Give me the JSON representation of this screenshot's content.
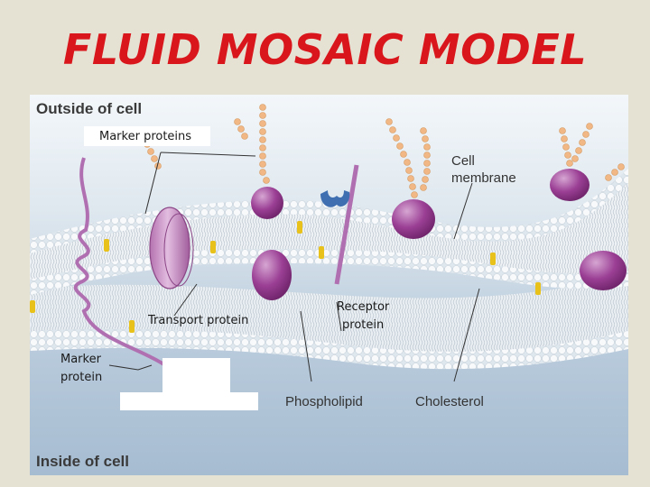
{
  "title": "FLUID MOSAIC MODEL",
  "labels": {
    "outside_cell": "Outside of cell",
    "inside_cell": "Inside of cell",
    "marker_proteins": "Marker proteins",
    "cell_membrane_line1": "Cell",
    "cell_membrane_line2": "membrane",
    "transport_protein": "Transport protein",
    "receptor_protein_line1": "Receptor",
    "receptor_protein_line2": "protein",
    "marker_protein_line1": "Marker",
    "marker_protein_line2": "protein",
    "phospholipid": "Phospholipid",
    "cholesterol": "Cholesterol"
  },
  "colors": {
    "title": "#d9161b",
    "background": "#e6e2d3",
    "protein_purple": "#9b3f95",
    "protein_light": "#c99ac7",
    "phospholipid_head": "#f4f6f8",
    "cholesterol": "#e8c21a",
    "glycan": "#f1b784",
    "receptor_signal": "#3f6fb0"
  },
  "icons": [
    "phospholipid-head-icon",
    "cholesterol-icon",
    "glycoprotein-icon",
    "receptor-signal-icon"
  ]
}
